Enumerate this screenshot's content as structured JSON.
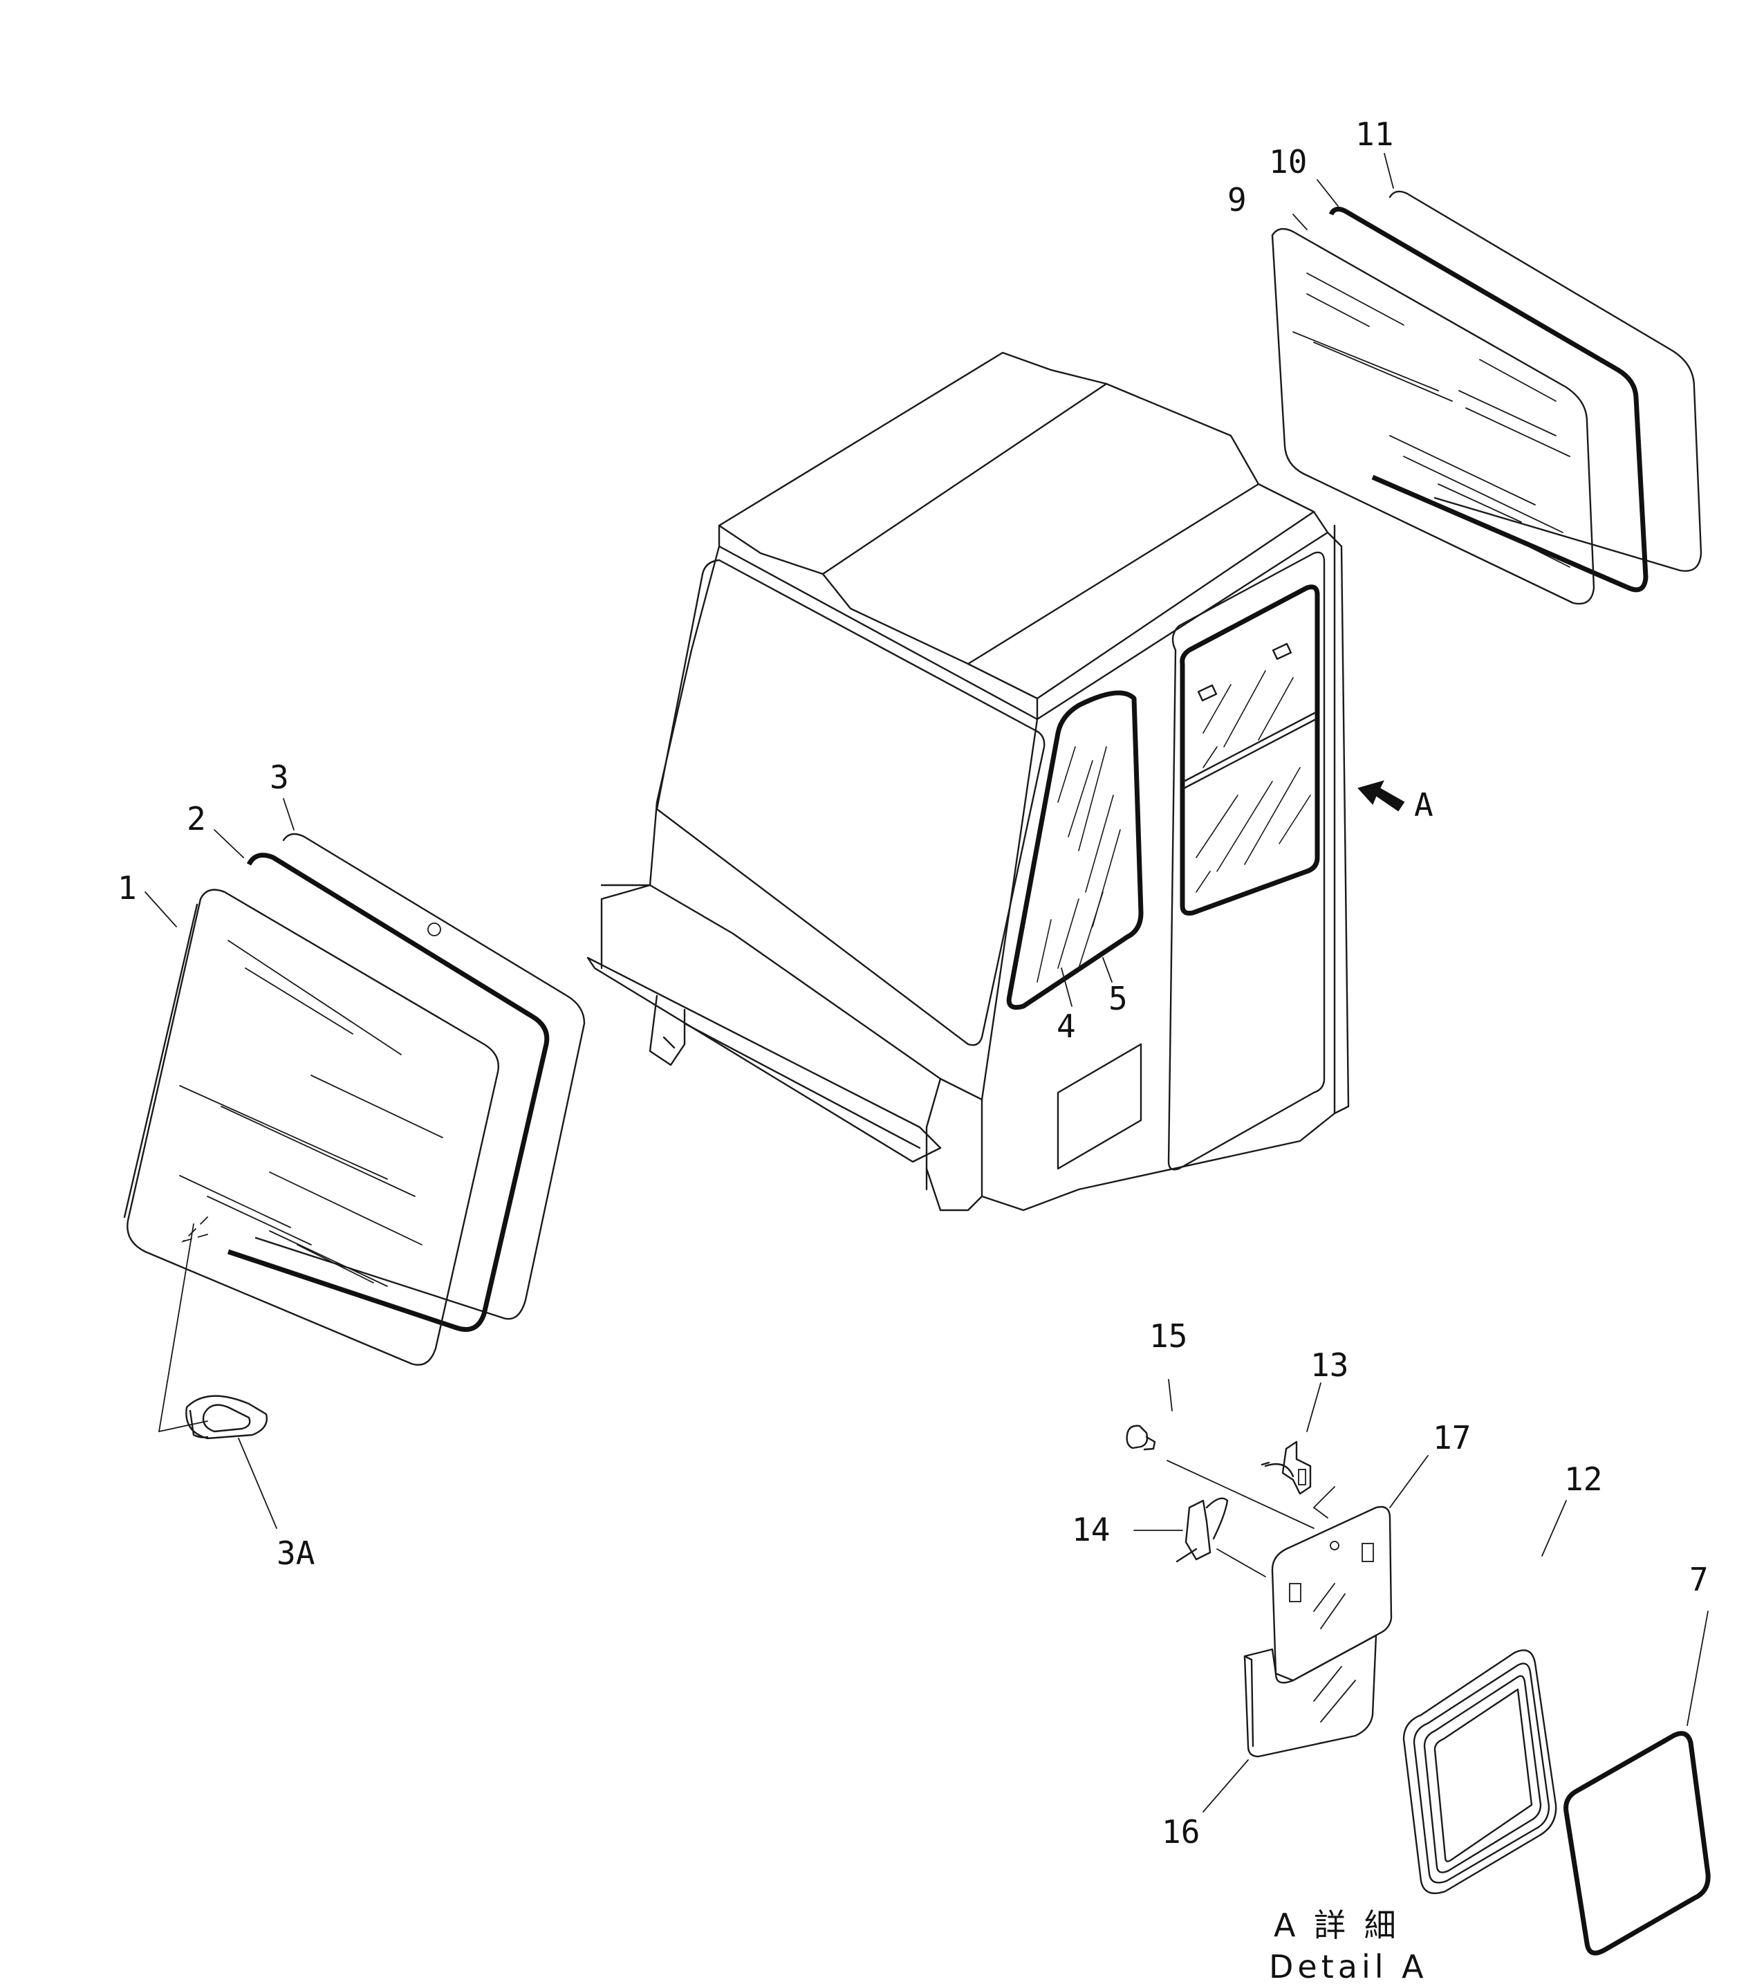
{
  "labels": {
    "p1": "1",
    "p2": "2",
    "p3": "3",
    "p3a": "3A",
    "p4": "4",
    "p5": "5",
    "p7": "7",
    "p9": "9",
    "p10": "10",
    "p11": "11",
    "p12": "12",
    "p13": "13",
    "p14": "14",
    "p15": "15",
    "p16": "16",
    "p17": "17",
    "view_a": "A"
  },
  "caption": {
    "jp": "A 詳 細",
    "en": "Detail A"
  }
}
